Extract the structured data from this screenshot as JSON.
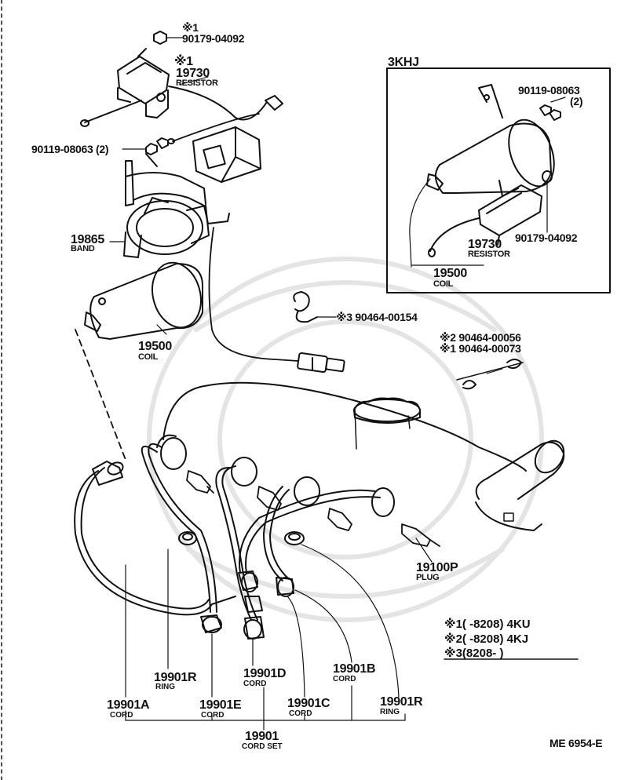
{
  "diagram": {
    "inset": {
      "title": "3KHJ"
    },
    "labels": {
      "top_note": "※1",
      "top_part": "90179-04092",
      "res_note": "※1",
      "res_num": "19730",
      "res_name": "RESISTOR",
      "bolt_left": "90119-08063 (2)",
      "band_num": "19865",
      "band_name": "BAND",
      "coil_num": "19500",
      "coil_name": "COIL",
      "clamp3": "※3 90464-00154",
      "clamp2": "※2 90464-00056",
      "clamp1": "※1 90464-00073",
      "in_bolt": "90119-08063",
      "in_bolt_qty": "(2)",
      "in_res_num": "19730",
      "in_res_name": "RESISTOR",
      "in_nut": "90179-04092",
      "in_coil_num": "19500",
      "in_coil_name": "COIL",
      "plug_num": "19100P",
      "plug_name": "PLUG",
      "ring_l_num": "19901R",
      "ring_l_name": "RING",
      "cord_a_num": "19901A",
      "cord_a_name": "CORD",
      "cord_e_num": "19901E",
      "cord_e_name": "CORD",
      "cord_d_num": "19901D",
      "cord_d_name": "CORD",
      "cord_c_num": "19901C",
      "cord_c_name": "CORD",
      "cord_b_num": "19901B",
      "cord_b_name": "CORD",
      "ring_r_num": "19901R",
      "ring_r_name": "RING",
      "set_num": "19901",
      "set_name": "CORD SET",
      "ref": "ME  6954-E"
    },
    "notes": [
      "※1(      -8208) 4KU",
      "※2(      -8208) 4KJ",
      "※3(8208-       )"
    ]
  }
}
